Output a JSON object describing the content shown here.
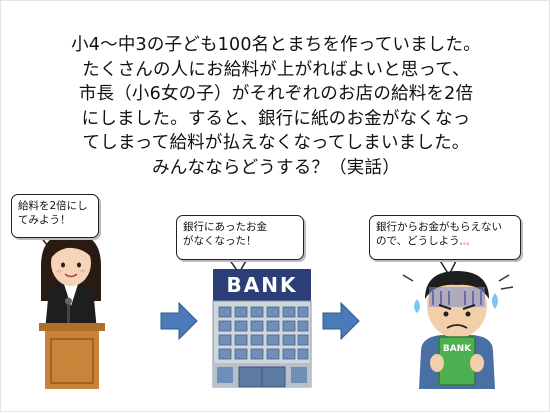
{
  "main_text": {
    "line1": "小4〜中3の子ども100名とまちを作っていました。",
    "line2": "たくさんの人にお給料が上がればよいと思って、",
    "line3": "市長（小6女の子）がそれぞれのお店の給料を2倍",
    "line4": "にしました。すると、銀行に紙のお金がなくなっ",
    "line5": "てしまって給料が払えなくなってしまいました。",
    "line6": "みんなならどうする？（実話）"
  },
  "bubbles": {
    "mayor": {
      "line1": "給料を2倍にし",
      "line2": "てみよう！"
    },
    "bank": {
      "line1": "銀行にあったお金",
      "line2": "がなくなった！"
    },
    "worker": {
      "line1": "銀行からお金がもらえない",
      "line2": "ので、どうしよう",
      "dots": "。。。"
    }
  },
  "signs": {
    "bank_sign": "BANK",
    "passbook": "BANK"
  },
  "colors": {
    "arrow": "#4a7ab8",
    "bank_sign": "#2c3e78",
    "passbook": "#4caf50",
    "podium": "#c8853a"
  }
}
